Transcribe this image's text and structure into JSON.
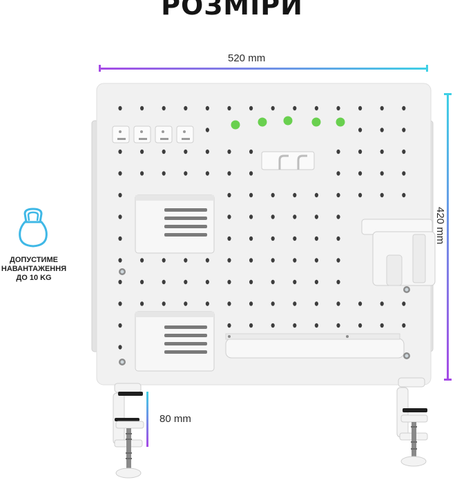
{
  "title": "РОЗМІРИ",
  "dimensions": {
    "width": "520 mm",
    "height": "420 mm",
    "clamp_depth": "80 mm"
  },
  "load_capacity": {
    "line1": "ДОПУСТИМЕ",
    "line2": "НАВАНТАЖЕННЯ",
    "line3": "ДО 10 KG",
    "icon": "kettlebell-icon"
  },
  "colors": {
    "dimension_gradient_start": "#a64ae6",
    "dimension_gradient_end": "#3fd0e6",
    "board": "#f1f1f1",
    "hook": "#69d04f",
    "icon_stroke": "#3fb8e6"
  }
}
